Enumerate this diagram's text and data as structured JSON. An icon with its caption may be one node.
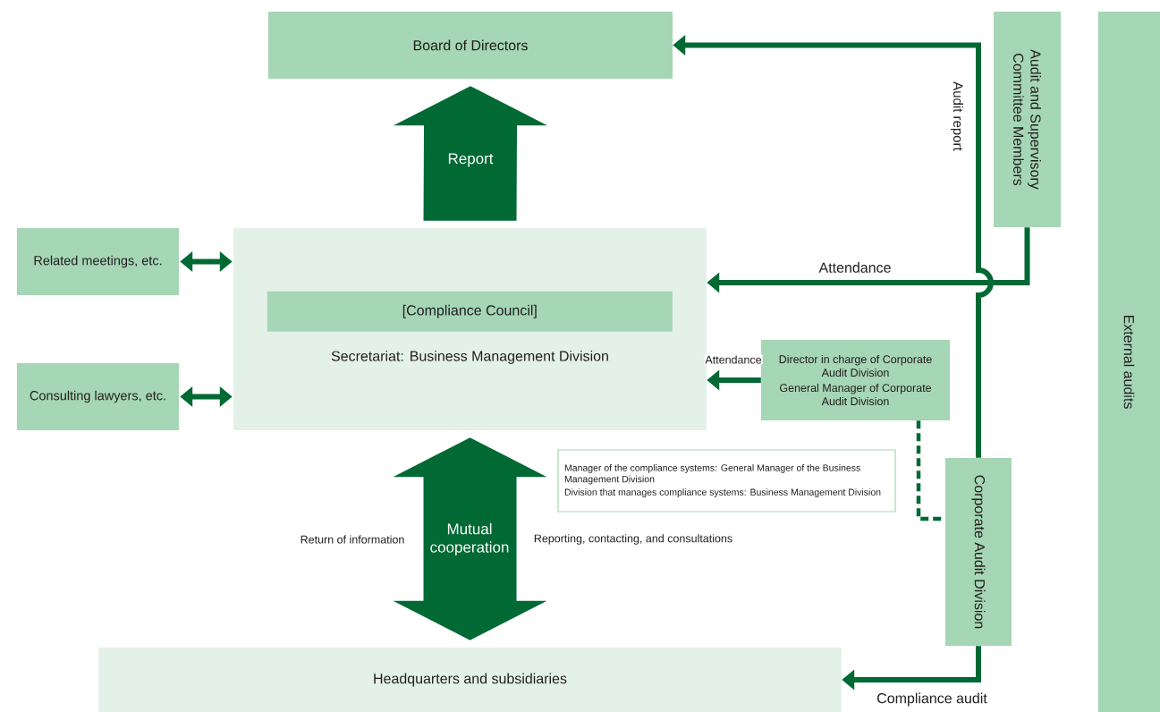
{
  "diagram": {
    "nodes": [
      {
        "text": [
          "Board of Directors"
        ]
      },
      {
        "text": [
          "Audit and Supervisory Committee Members"
        ]
      },
      {
        "text": [
          "External audits"
        ]
      },
      {
        "text": [
          "Related meetings, etc."
        ]
      },
      {
        "text": [
          "Secretariat: Business Management Division"
        ]
      },
      {
        "text": [
          "[Compliance Council]"
        ],
        "in": 4
      },
      {
        "text": [
          "Consulting lawyers, etc."
        ]
      },
      {
        "text": [
          "Director in charge of Corporate Audit Division",
          "General Manager of Corporate Audit Division"
        ]
      },
      {
        "text": [
          "Manager of the compliance systems: General Manager of the Business Management Division",
          "Division that manages compliance systems: Business Management Division"
        ]
      },
      {
        "text": [
          "Corporate Audit Division"
        ]
      },
      {
        "text": [
          "Headquarters and subsidiaries"
        ]
      }
    ],
    "edges": [
      {
        "from": 4,
        "to": 0,
        "arrow": "to",
        "label": "Report",
        "style": "thick"
      },
      {
        "from": 10,
        "to": 4,
        "arrow": "both",
        "label": "Mutual cooperation",
        "style": "thick"
      },
      {
        "from": 9,
        "to": 0,
        "arrow": "to",
        "label": "Audit report"
      },
      {
        "from": 1,
        "to": 4,
        "arrow": "to",
        "label": "Attendance"
      },
      {
        "from": 7,
        "to": 4,
        "arrow": "to",
        "label": "Attendance"
      },
      {
        "from": 3,
        "to": 4,
        "arrow": "both"
      },
      {
        "from": 6,
        "to": 4,
        "arrow": "both"
      },
      {
        "from": 7,
        "to": 9,
        "arrow": "none",
        "style": "dashed"
      },
      {
        "from": 9,
        "to": 10,
        "arrow": "to",
        "label": "Compliance audit"
      }
    ],
    "labels": [
      "Return of information",
      "Reporting, contacting, and consultations"
    ]
  }
}
